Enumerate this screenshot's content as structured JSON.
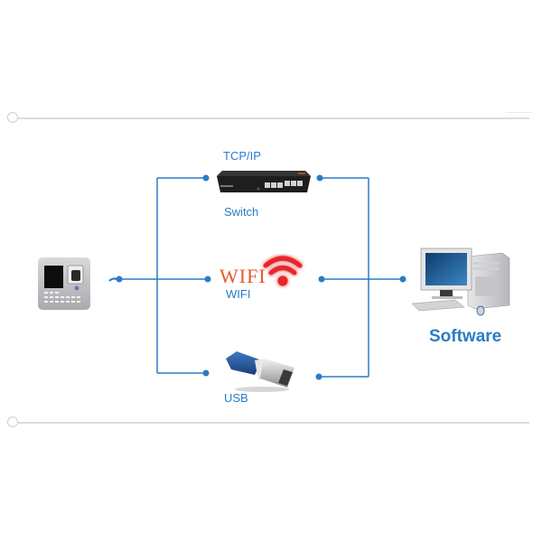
{
  "diagram": {
    "title": "Connection methods",
    "colors": {
      "line": "#2a7cc7",
      "label": "#2a7cc7",
      "wifi_logo": "#e8282b",
      "wifi_word": "#e35a2a",
      "rule": "#dcdcdc"
    },
    "device": {
      "name": "fingerprint-terminal",
      "icon": "fingerprint-reader-icon"
    },
    "connections": [
      {
        "id": "tcpip",
        "top_label": "TCP/IP",
        "bottom_label": "Switch",
        "icon": "network-switch-icon"
      },
      {
        "id": "wifi",
        "logo_text": "WIFI",
        "bottom_label": "WIFI",
        "icon": "wifi-icon"
      },
      {
        "id": "usb",
        "bottom_label": "USB",
        "icon": "usb-plug-icon"
      }
    ],
    "target": {
      "label": "Software",
      "icon": "desktop-computer-icon"
    }
  }
}
